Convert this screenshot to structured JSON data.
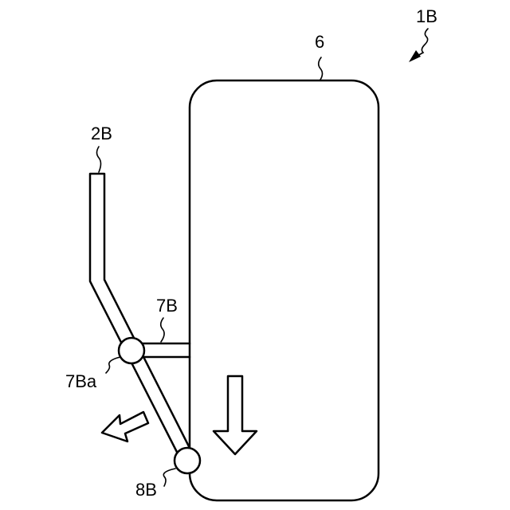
{
  "labels": {
    "figure_ref": "1B",
    "body": "6",
    "rod": "2B",
    "connector": "7B",
    "joint": "7Ba",
    "pivot": "8B"
  },
  "colors": {
    "line": "#000000",
    "background": "#ffffff"
  }
}
